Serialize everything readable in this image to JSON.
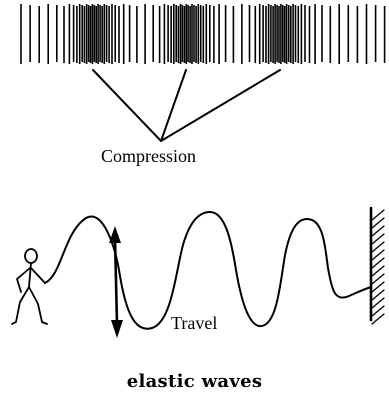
{
  "diagram": {
    "compression_label": "Compression",
    "travel_label": "Travel",
    "caption": "elastic waves"
  },
  "colors": {
    "ink": "#000000",
    "background": "#ffffff"
  }
}
